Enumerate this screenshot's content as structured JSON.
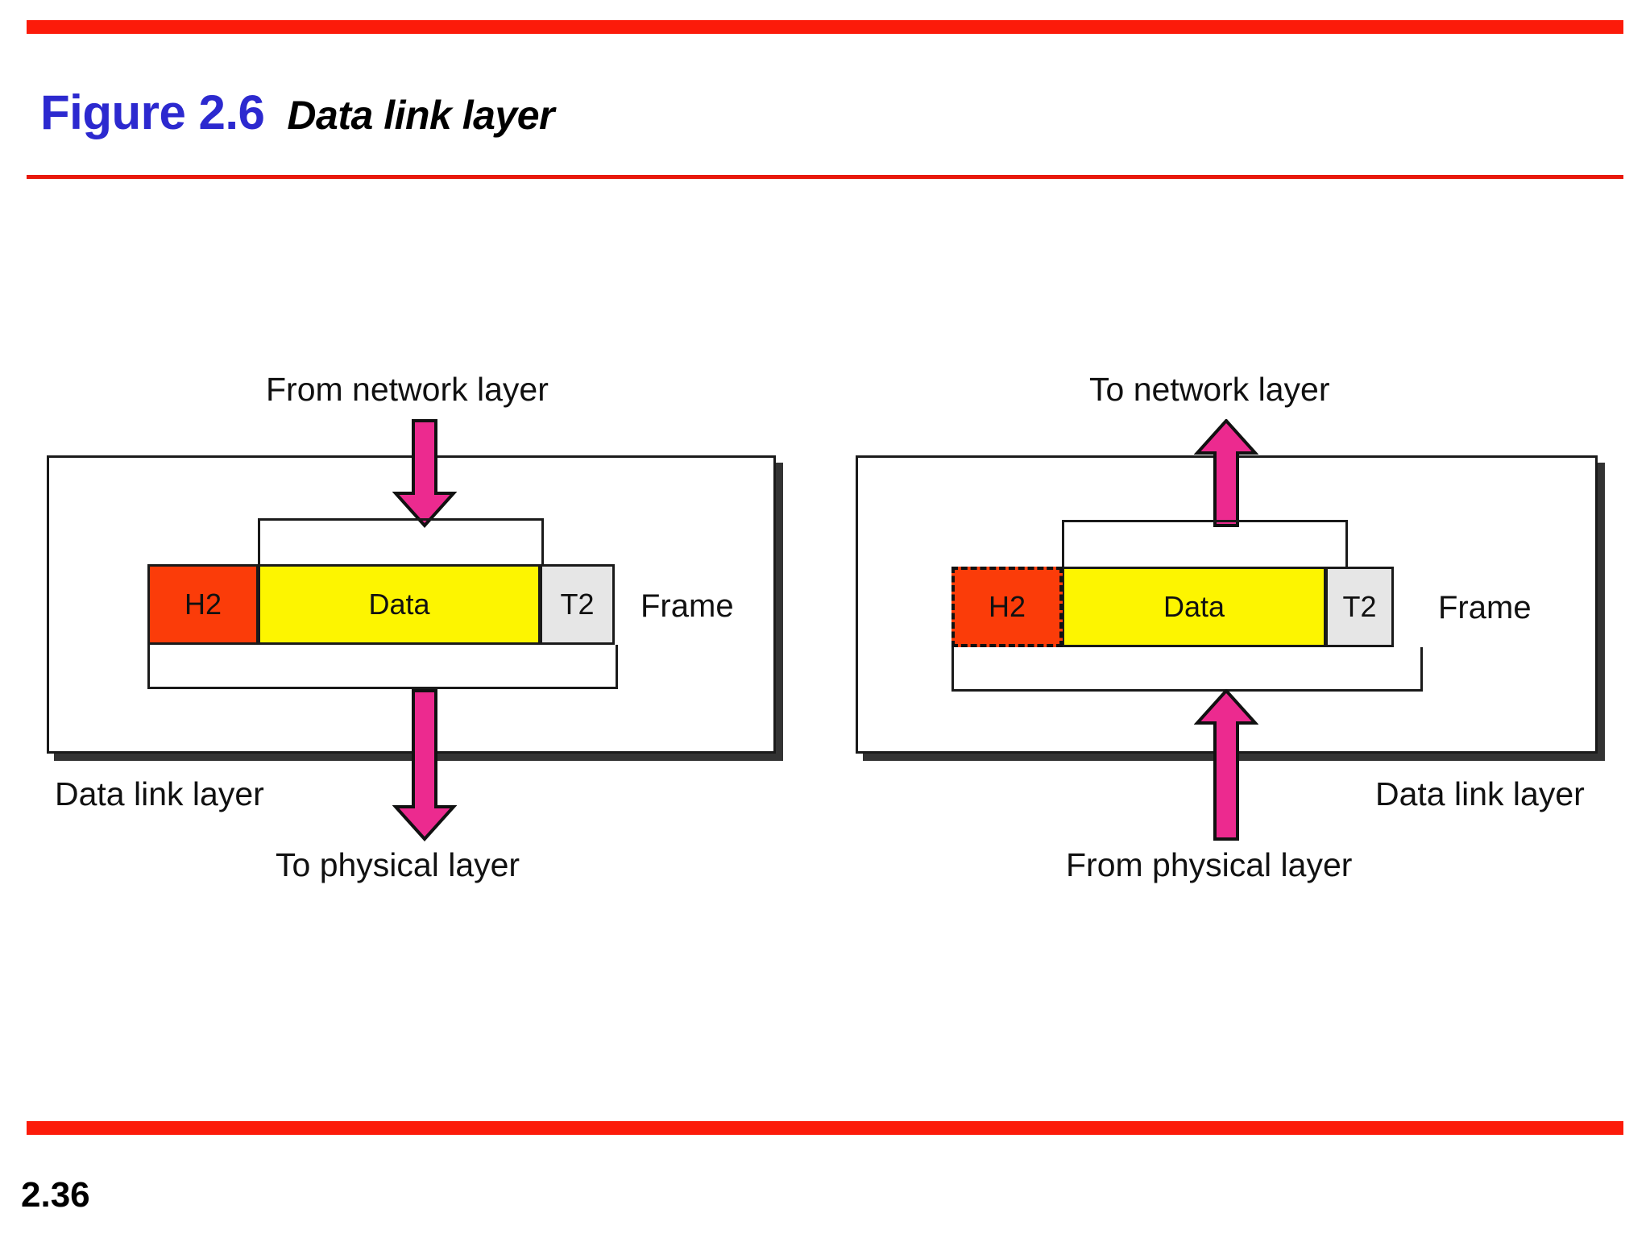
{
  "slide": {
    "figure_label": "Figure 2.6",
    "figure_title": "Data link layer",
    "page_number": "2.36",
    "accent_color": "#fc1b0a",
    "title_color": "#2c29cf",
    "arrow_color": "#ec2a8f",
    "header_color": "#fb3c09",
    "data_color": "#fdf500",
    "trailer_color": "#e6e6e6"
  },
  "panels": {
    "left": {
      "top_caption": "From network layer",
      "bottom_caption": "To physical layer",
      "layer_label": "Data link layer",
      "frame_label": "Frame",
      "segments": [
        {
          "label": "H2",
          "kind": "header",
          "style": "solid"
        },
        {
          "label": "Data",
          "kind": "payload",
          "style": "solid"
        },
        {
          "label": "T2",
          "kind": "trailer",
          "style": "solid"
        }
      ],
      "arrow_in_direction": "down",
      "arrow_out_direction": "down"
    },
    "right": {
      "top_caption": "To network layer",
      "bottom_caption": "From physical layer",
      "layer_label": "Data link layer",
      "frame_label": "Frame",
      "segments": [
        {
          "label": "H2",
          "kind": "header",
          "style": "dashed"
        },
        {
          "label": "Data",
          "kind": "payload",
          "style": "solid"
        },
        {
          "label": "T2",
          "kind": "trailer",
          "style": "solid"
        }
      ],
      "arrow_in_direction": "up",
      "arrow_out_direction": "up"
    }
  },
  "chart_data": {
    "type": "diagram",
    "title": "Data link layer",
    "notes": "Two data link layer boxes. Left box: frame assembly (encapsulation) - data arrives from network layer, header H2 and trailer T2 are added, frame is sent to physical layer. Right box: frame disassembly (decapsulation) - frame arrives from physical layer, H2 (dashed, being removed) and T2 are stripped, data is delivered to network layer."
  }
}
